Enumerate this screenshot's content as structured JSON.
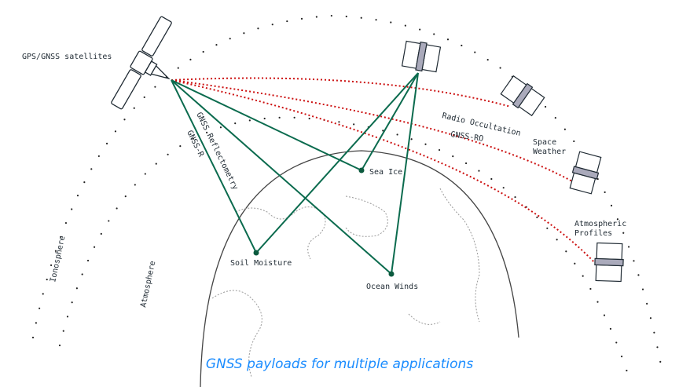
{
  "labels": {
    "gps_satellites": "GPS/GNSS satellites",
    "reflectometry": "GNSS Reflectometry",
    "gnss_r": "GNSS-R",
    "radio_occultation": "Radio Occultation",
    "gnss_ro": "GNSS-RO",
    "space_weather_1": "Space",
    "space_weather_2": "Weather",
    "atmospheric_1": "Atmospheric",
    "atmospheric_2": "Profiles",
    "sea_ice": "Sea Ice",
    "soil_moisture": "Soil Moisture",
    "ocean_winds": "Ocean Winds",
    "ionosphere": "Ionosphere",
    "atmosphere": "Atmosphere"
  },
  "caption": "GNSS payloads for multiple applications",
  "colors": {
    "reflection": "#0b6b4e",
    "occultation": "#cc1111",
    "caption": "#1a8cff",
    "ink": "#1f2a33"
  }
}
